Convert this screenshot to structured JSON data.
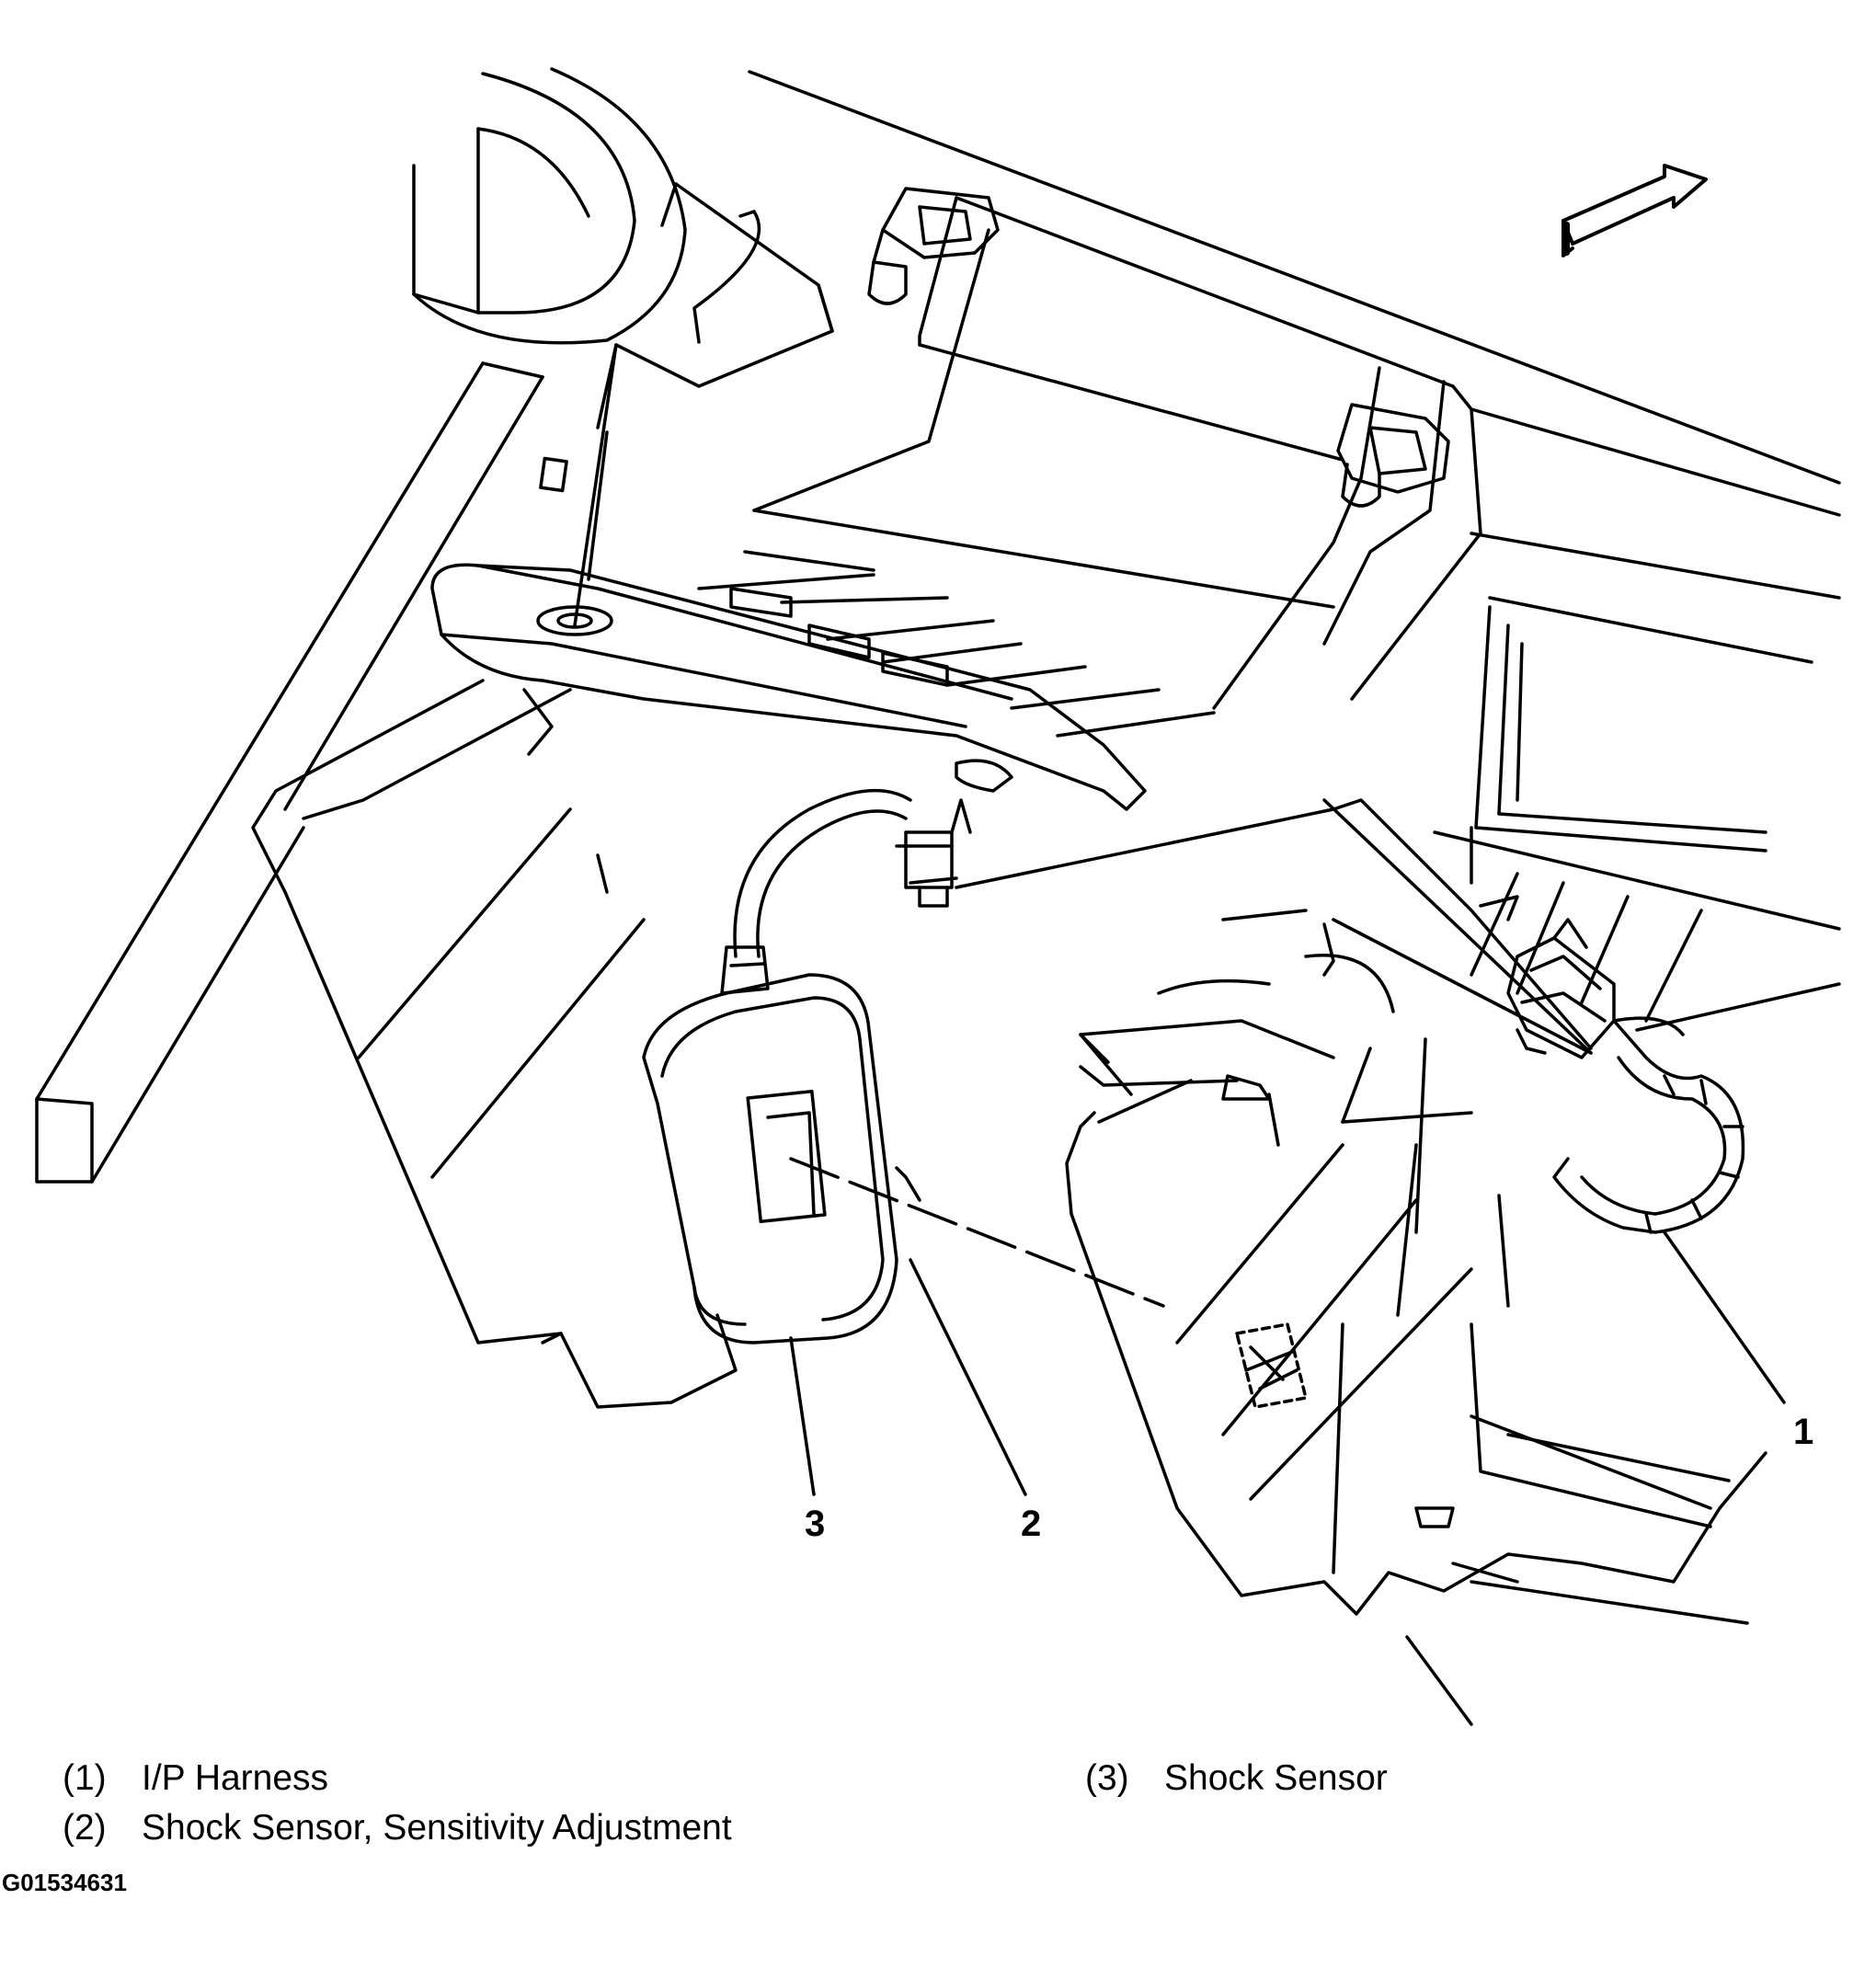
{
  "callouts": {
    "c1": "1",
    "c2": "2",
    "c3": "3"
  },
  "legend": [
    {
      "num": "(1)",
      "label": "I/P Harness"
    },
    {
      "num": "(2)",
      "label": "Shock Sensor, Sensitivity Adjustment"
    },
    {
      "num": "(3)",
      "label": "Shock Sensor"
    }
  ],
  "figure_code": "G01534631",
  "icons": {
    "direction": "front-arrow-icon"
  }
}
